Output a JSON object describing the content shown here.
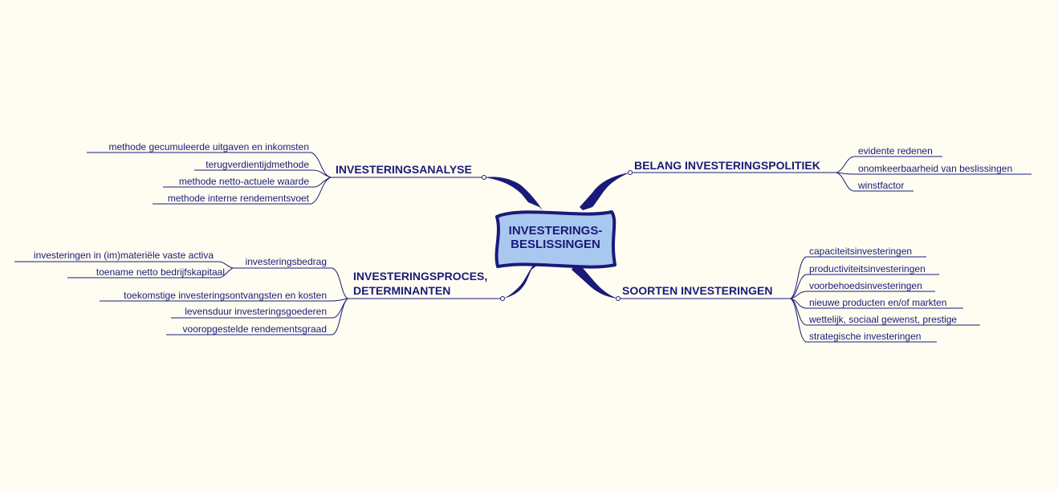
{
  "center": {
    "lines": [
      "INVESTERINGS-",
      "BESLISSINGEN"
    ]
  },
  "branches": {
    "analyse": {
      "title": [
        "INVESTERINGSANALYSE"
      ],
      "items": [
        "methode gecumuleerde uitgaven en inkomsten",
        "terugverdientijdmethode",
        "methode netto-actuele waarde",
        "methode interne rendementsvoet"
      ]
    },
    "belang": {
      "title": [
        "BELANG INVESTERINGSPOLITIEK"
      ],
      "items": [
        "evidente redenen",
        "onomkeerbaarheid van beslissingen",
        "winstfactor"
      ]
    },
    "proces": {
      "title": [
        "INVESTERINGSPROCES,",
        "DETERMINANTEN"
      ],
      "items": [
        "investeringsbedrag",
        "toekomstige investeringsontvangsten en kosten",
        "levensduur investeringsgoederen",
        "vooropgestelde rendementsgraad"
      ],
      "subitems": [
        "investeringen in (im)materiële vaste activa",
        "toename netto bedrijfskapitaal"
      ]
    },
    "soorten": {
      "title": [
        "SOORTEN INVESTERINGEN"
      ],
      "items": [
        "capaciteitsinvesteringen",
        "productiviteitsinvesteringen",
        "voorbehoedsinvesteringen",
        "nieuwe producten en/of markten",
        "wettelijk, sociaal gewenst, prestige",
        "strategische investeringen"
      ]
    }
  },
  "colors": {
    "background": "#fffdf1",
    "ink": "#1a1a7a",
    "center_fill": "#a9c8f0"
  }
}
